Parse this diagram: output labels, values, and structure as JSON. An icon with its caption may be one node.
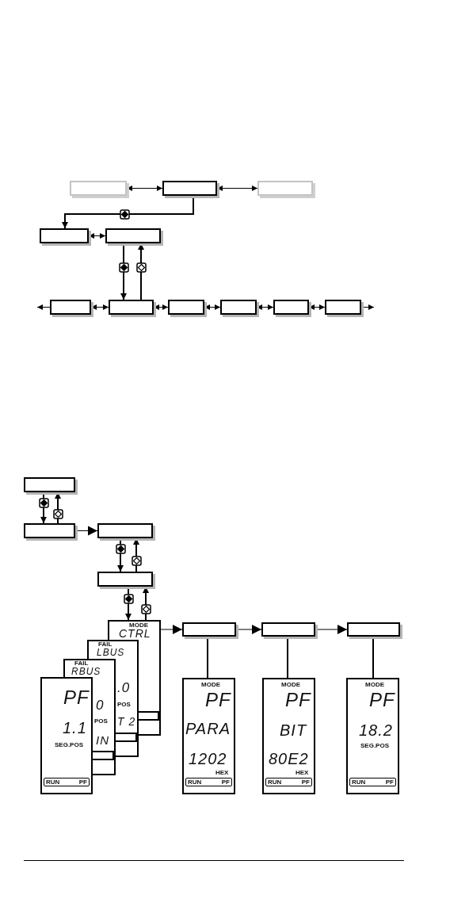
{
  "diagram": {
    "nodes": [
      {
        "text": [],
        "shape": "box"
      },
      {
        "text": [],
        "shape": "box"
      },
      {
        "text": [],
        "shape": "box"
      },
      {
        "text": [],
        "shape": "box"
      },
      {
        "text": [],
        "shape": "box"
      },
      {
        "text": [],
        "shape": "box"
      },
      {
        "text": [],
        "shape": "box"
      },
      {
        "text": [],
        "shape": "box"
      },
      {
        "text": [],
        "shape": "box"
      },
      {
        "text": [],
        "shape": "box"
      },
      {
        "text": [],
        "shape": "box"
      },
      {
        "text": [],
        "shape": "box"
      },
      {
        "text": [],
        "shape": "box"
      },
      {
        "text": [],
        "shape": "box"
      },
      {
        "text": [],
        "shape": "box"
      },
      {
        "text": [
          "MODE",
          "CTRL"
        ]
      },
      {
        "text": [
          "FAIL",
          "LBUS"
        ]
      },
      {
        "text": [
          "FAIL",
          "RBUS"
        ]
      },
      {
        "text": [
          "PF",
          "1.1",
          "SEG.POS",
          "RUN",
          "PF"
        ]
      },
      {
        "text": [],
        "shape": "box"
      },
      {
        "text": [],
        "shape": "box"
      },
      {
        "text": [],
        "shape": "box"
      },
      {
        "text": [
          "MODE",
          "PF",
          "PARA",
          "1202",
          "HEX",
          "RUN",
          "PF"
        ]
      },
      {
        "text": [
          "MODE",
          "PF",
          "BIT",
          "80E2",
          "HEX",
          "RUN",
          "PF"
        ]
      },
      {
        "text": [
          "MODE",
          "PF",
          "18.2",
          "SEG.POS",
          "RUN",
          "PF"
        ]
      }
    ],
    "edges": [
      {
        "from": 0,
        "to": 1,
        "arrow": "both"
      },
      {
        "from": 1,
        "to": 2,
        "arrow": "both"
      },
      {
        "from": 1,
        "to": 3,
        "arrow": "to"
      },
      {
        "from": 3,
        "to": 4,
        "arrow": "both"
      },
      {
        "from": 4,
        "to": 6,
        "arrow": "to"
      },
      {
        "from": 6,
        "to": 4,
        "arrow": "to"
      },
      {
        "from": 5,
        "to": null,
        "arrow": "to"
      },
      {
        "from": 5,
        "to": 6,
        "arrow": "both"
      },
      {
        "from": 6,
        "to": 7,
        "arrow": "both"
      },
      {
        "from": 7,
        "to": 8,
        "arrow": "both"
      },
      {
        "from": 8,
        "to": 9,
        "arrow": "both"
      },
      {
        "from": 9,
        "to": 10,
        "arrow": "both"
      },
      {
        "from": 10,
        "to": null,
        "arrow": "to"
      },
      {
        "from": 11,
        "to": 12,
        "arrow": "to"
      },
      {
        "from": 12,
        "to": 11,
        "arrow": "to"
      },
      {
        "from": 12,
        "to": 13,
        "arrow": "to"
      },
      {
        "from": 13,
        "to": 14,
        "arrow": "to"
      },
      {
        "from": 14,
        "to": 13,
        "arrow": "to"
      },
      {
        "from": 14,
        "to": 15,
        "arrow": "to"
      },
      {
        "from": 15,
        "to": 14,
        "arrow": "to"
      },
      {
        "from": 15,
        "to": 19,
        "arrow": "to"
      },
      {
        "from": 19,
        "to": 20,
        "arrow": "to"
      },
      {
        "from": 20,
        "to": 21,
        "arrow": "to"
      },
      {
        "from": 19,
        "to": 22,
        "arrow": "none"
      },
      {
        "from": 20,
        "to": 23,
        "arrow": "none"
      },
      {
        "from": 21,
        "to": 24,
        "arrow": "none"
      }
    ],
    "labels": [
      ".0",
      "0",
      "POS",
      "POS",
      "T 2",
      "IN"
    ]
  }
}
